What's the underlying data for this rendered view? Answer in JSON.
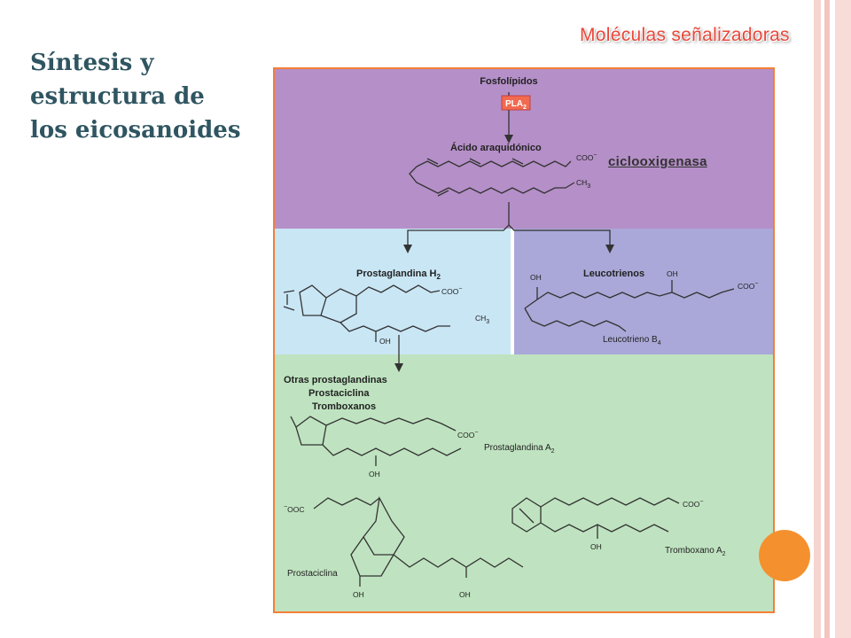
{
  "header": {
    "topic": "Moléculas señalizadoras"
  },
  "slide": {
    "title_lines": [
      "Síntesis y",
      "estructura de",
      "los eicosanoides"
    ]
  },
  "colors": {
    "title": "#2f5561",
    "topic": "#e8473a",
    "frame_border": "#f47f36",
    "panel_top": "#b58fc8",
    "panel_prostaglandin": "#c9e6f5",
    "panel_leukotriene": "#a9a8d8",
    "panel_bottom": "#bfe3c0",
    "pla2_box": "#f26a4f",
    "accent_circle": "#f5902e"
  },
  "figure": {
    "enzyme_label": "ciclooxigenasa",
    "top": {
      "phospholipids": "Fosfolípidos",
      "pla2": "PLA",
      "pla2_sub": "2",
      "arachidonic": "Ácido araquidónico",
      "coo": "COO",
      "coo_sup": "−",
      "ch3": "CH",
      "ch3_sub": "3"
    },
    "prostaglandin": {
      "title": "Prostaglandina H",
      "title_sub": "2",
      "coo": "COO",
      "coo_sup": "−",
      "ch3": "CH",
      "ch3_sub": "3",
      "oh": "OH"
    },
    "leukotriene": {
      "title": "Leucotrienos",
      "oh1": "OH",
      "oh2": "OH",
      "coo": "COO",
      "coo_sup": "−",
      "name": "Leucotrieno B",
      "name_sub": "4"
    },
    "bottom": {
      "heading_lines": [
        "Otras prostaglandinas",
        "Prostaciclina",
        "Tromboxanos"
      ],
      "pga2_name": "Prostaglandina A",
      "pga2_sub": "2",
      "pga2_coo": "COO",
      "pga2_coo_sup": "−",
      "pga2_oh": "OH",
      "pgi_ooc": "OOC",
      "pgi_ooc_sup": "−",
      "pgi_name": "Prostaciclina",
      "pgi_oh1": "OH",
      "pgi_oh2": "OH",
      "txa2_coo": "COO",
      "txa2_coo_sup": "−",
      "txa2_oh": "OH",
      "txa2_name": "Tromboxano A",
      "txa2_sub": "2"
    }
  }
}
